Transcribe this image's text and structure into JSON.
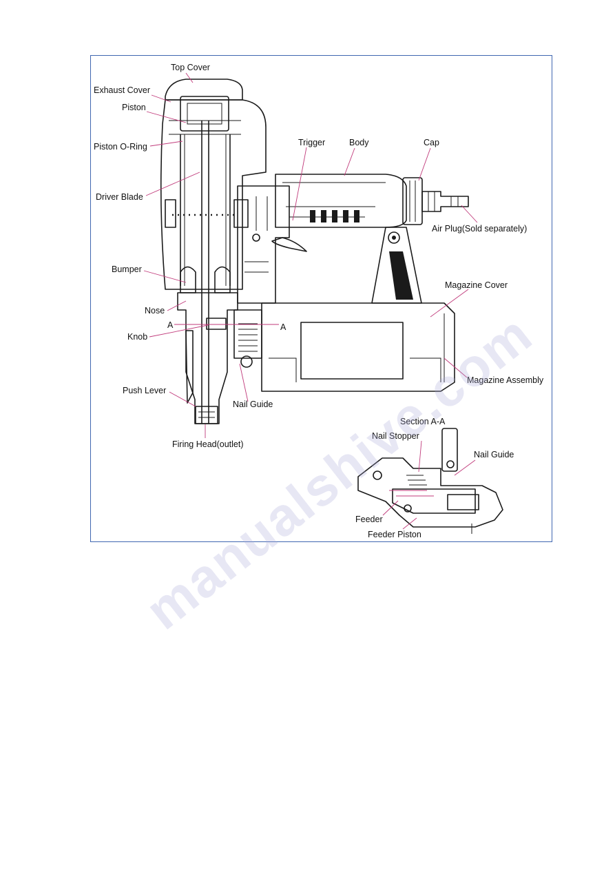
{
  "diagram": {
    "labels": {
      "top_cover": "Top Cover",
      "exhaust_cover": "Exhaust Cover",
      "piston": "Piston",
      "piston_oring": "Piston O-Ring",
      "driver_blade": "Driver Blade",
      "bumper": "Bumper",
      "nose": "Nose",
      "knob": "Knob",
      "push_lever": "Push Lever",
      "firing_head": "Firing Head(outlet)",
      "nail_guide": "Nail Guide",
      "trigger": "Trigger",
      "body": "Body",
      "cap": "Cap",
      "air_plug": "Air Plug(Sold separately)",
      "magazine_cover": "Magazine Cover",
      "magazine_assembly": "Magazine Assembly",
      "section_marker_left": "A",
      "section_marker_right": "A",
      "section_title": "Section A-A",
      "nail_stopper": "Nail Stopper",
      "section_nail_guide": "Nail Guide",
      "feeder": "Feeder",
      "feeder_piston": "Feeder Piston"
    },
    "colors": {
      "frame": "#3f66b0",
      "leader": "#c0397a",
      "ink": "#1a1a1a"
    }
  },
  "watermark": {
    "text": "manualshive.com"
  }
}
